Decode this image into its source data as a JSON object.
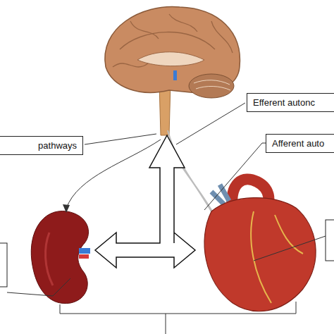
{
  "diagram": {
    "nodes": [
      {
        "text": [
          "pathways"
        ]
      },
      {
        "text": [
          "Efferent autonc"
        ]
      },
      {
        "text": [
          "Afferent auto"
        ]
      }
    ]
  }
}
